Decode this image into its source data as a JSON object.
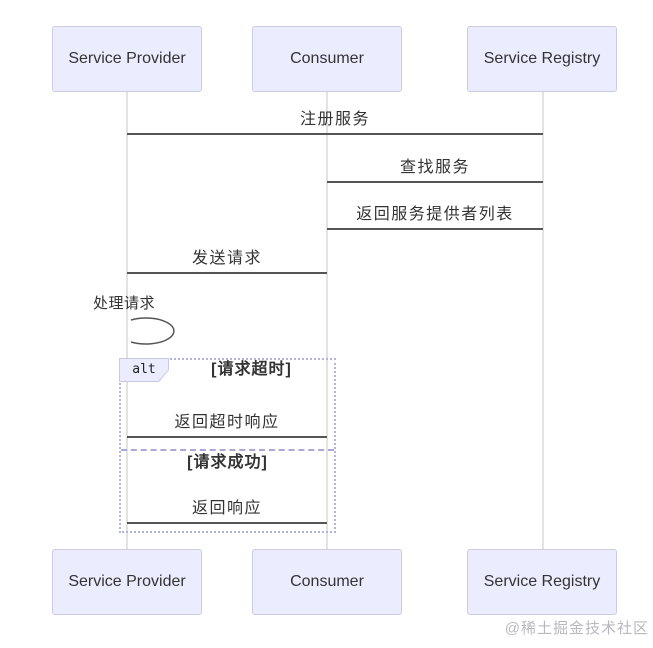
{
  "diagram": {
    "participants": [
      "Service Provider",
      "Consumer",
      "Service Registry"
    ],
    "messages": [
      {
        "label": "注册服务",
        "from": "Service Provider",
        "to": "Service Registry"
      },
      {
        "label": "查找服务",
        "from": "Consumer",
        "to": "Service Registry"
      },
      {
        "label": "返回服务提供者列表",
        "from": "Service Registry",
        "to": "Consumer"
      },
      {
        "label": "发送请求",
        "from": "Consumer",
        "to": "Service Provider"
      },
      {
        "label": "处理请求",
        "from": "Service Provider",
        "to": "Service Provider",
        "self": true
      },
      {
        "label": "返回超时响应",
        "from": "Service Provider",
        "to": "Consumer"
      },
      {
        "label": "返回响应",
        "from": "Service Provider",
        "to": "Consumer"
      }
    ],
    "alt_block": {
      "label": "alt",
      "branches": [
        {
          "condition": "[请求超时]"
        },
        {
          "condition": "[请求成功]"
        }
      ]
    }
  },
  "watermark": "@稀土掘金技术社区",
  "colors": {
    "participant-fill": "#ECECFF",
    "participant-border": "#CCCCE0",
    "text": "#333333",
    "message-line": "#555555",
    "lifeline": "#d8d8d8",
    "frame-border": "#b4b4d9",
    "divider": "#a9a9d6",
    "label-fill": "#ECECFF",
    "label-border": "#c8c8e0",
    "watermark": "#b8b8c0",
    "background": "#ffffff"
  }
}
